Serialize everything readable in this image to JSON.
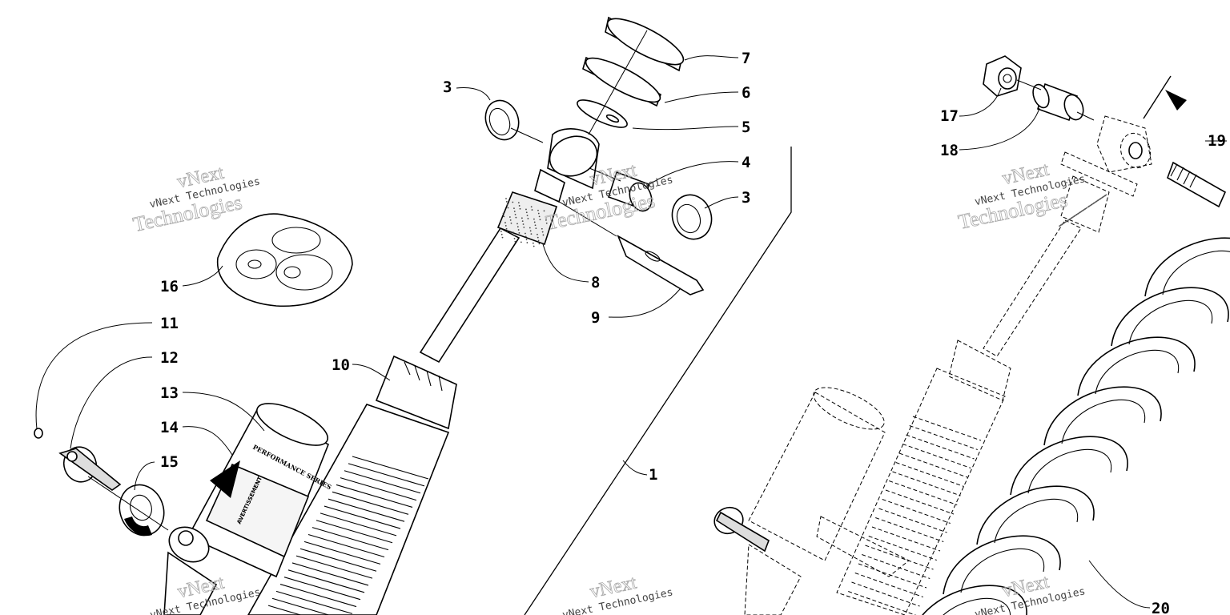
{
  "callouts": {
    "c1": "1",
    "c3a": "3",
    "c3b": "3",
    "c4": "4",
    "c5": "5",
    "c6": "6",
    "c7": "7",
    "c8": "8",
    "c9": "9",
    "c10": "10",
    "c11": "11",
    "c12": "12",
    "c13": "13",
    "c14": "14",
    "c15": "15",
    "c16": "16",
    "c17": "17",
    "c18": "18",
    "c19": "19",
    "c20": "20"
  },
  "watermarks": {
    "brand_big": "vNext",
    "brand_tech": "Technologies",
    "brand_small": "vNext Technologies"
  },
  "label_text": {
    "series": "PERFORMANCE SERIES",
    "warning": "AVERTISSEMENT"
  }
}
